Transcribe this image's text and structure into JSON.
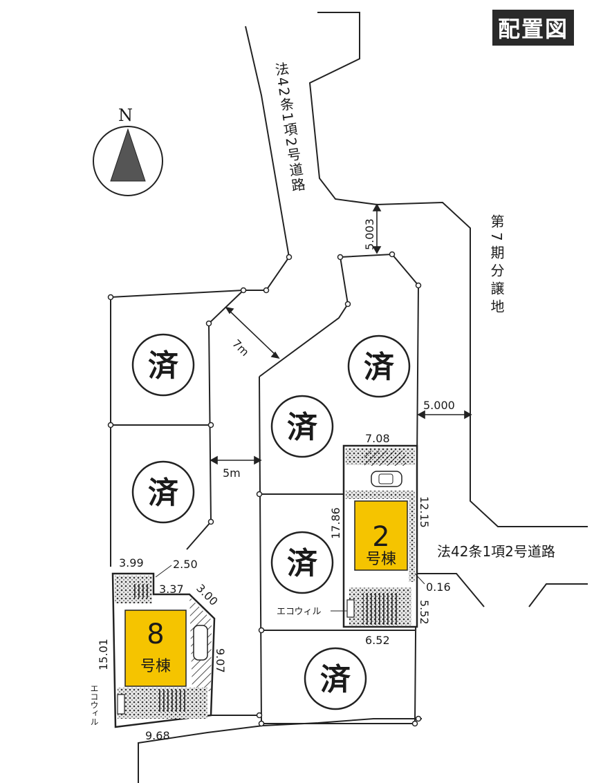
{
  "title": "配置図",
  "compass": {
    "label": "N"
  },
  "road_labels": {
    "north_road": "法42条1項2号道路",
    "east_road": "法42条1項2号道路",
    "adjacent": "第7期分譲地"
  },
  "sold_mark": "済",
  "road_widths": {
    "w_5003": "5.003",
    "w_5000": "5.000",
    "w_7m": "7m",
    "w_5m": "5m"
  },
  "building_2": {
    "number": "2",
    "label": "号棟",
    "color": "#f5c400",
    "dims": {
      "top": "7.08",
      "left": "17.86",
      "right": "12.15",
      "corner": "0.16",
      "right_low": "5.52",
      "bottom": "6.52"
    },
    "eco_label": "エコウィル"
  },
  "building_8": {
    "number": "8",
    "label": "号棟",
    "color": "#f5c400",
    "dims": {
      "top": "3.99",
      "jog_top": "2.50",
      "jog": "3.37",
      "diag": "3.00",
      "left": "15.01",
      "right": "9.07",
      "bottom": "9.68"
    },
    "eco_label": "エコウィル"
  }
}
